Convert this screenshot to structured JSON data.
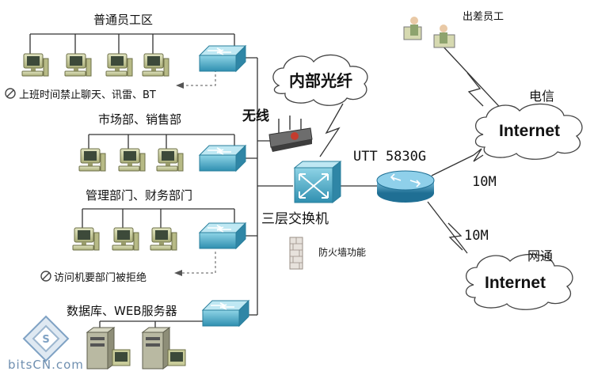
{
  "zones": {
    "staff": "普通员工区",
    "sales": "市场部、销售部",
    "mgmt": "管理部门、财务部门",
    "servers": "数据库、WEB服务器"
  },
  "notes": {
    "staff_block": "上班时间禁止聊天、讯雷、BT",
    "mgmt_block": "访问机要部门被拒绝"
  },
  "core": {
    "wireless": "无线",
    "fiber": "内部光纤",
    "l3_switch": "三层交换机",
    "firewall": "防火墙功能",
    "router": "UTT  5830G"
  },
  "wan": {
    "travel": "出差员工",
    "telecom": "电信",
    "unicom": "网通",
    "internet_top": "Internet",
    "internet_bottom": "Internet",
    "bw_top": "10M",
    "bw_bottom": "10M"
  },
  "watermark": "bitsCN.com",
  "colors": {
    "line": "#333333",
    "switch": "#3fa6c4",
    "router": "#2c86ad",
    "pc": "#c9cc9a",
    "cloud": "#ffffff"
  }
}
